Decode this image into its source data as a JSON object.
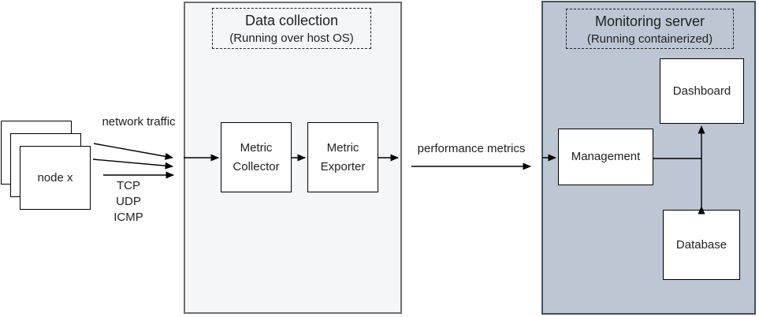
{
  "diagram": {
    "nodes": {
      "node_label": "node x",
      "network_traffic_label": "network traffic",
      "protocol_labels": [
        "TCP",
        "UDP",
        "ICMP"
      ]
    },
    "data_collection": {
      "title": "Data collection",
      "subtitle": "(Running over host OS)",
      "collector_label": "Metric Collector",
      "exporter_label": "Metric Exporter"
    },
    "flow_label": "performance metrics",
    "monitoring_server": {
      "title": "Monitoring server",
      "subtitle": "(Running containerized)",
      "management_label": "Management",
      "dashboard_label": "Dashboard",
      "database_label": "Database"
    },
    "colors": {
      "dc_bg": "#f5f6f7",
      "dc_border": "#6e6e6e",
      "ms_bg": "#bcc7d3",
      "ms_border": "#3e5463",
      "line": "#000000"
    }
  }
}
